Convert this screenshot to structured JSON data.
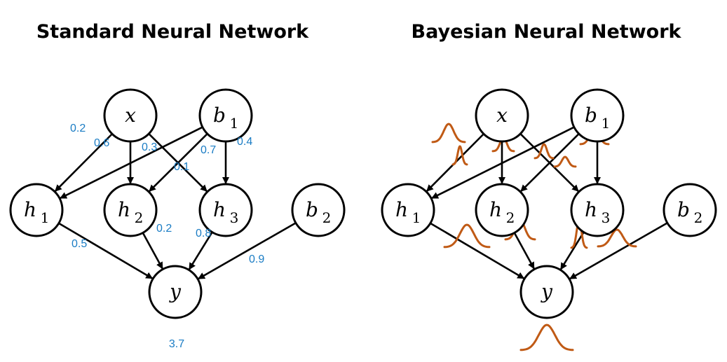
{
  "colors": {
    "weight_text": "#1a7cc4",
    "distribution": "#c05a15",
    "ink": "#000000"
  },
  "standard": {
    "title": "Standard Neural Network",
    "nodes": [
      {
        "id": "x",
        "base": "x",
        "sub": ""
      },
      {
        "id": "b1",
        "base": "b",
        "sub": "1"
      },
      {
        "id": "h1",
        "base": "h",
        "sub": "1"
      },
      {
        "id": "h2",
        "base": "h",
        "sub": "2"
      },
      {
        "id": "h3",
        "base": "h",
        "sub": "3"
      },
      {
        "id": "b2",
        "base": "b",
        "sub": "2"
      },
      {
        "id": "y",
        "base": "y",
        "sub": ""
      }
    ],
    "edges": [
      {
        "from": "x",
        "to": "h1",
        "weight": "0.2"
      },
      {
        "from": "b1",
        "to": "h1",
        "weight": "0.6"
      },
      {
        "from": "x",
        "to": "h2",
        "weight": "0.3"
      },
      {
        "from": "b1",
        "to": "h2",
        "weight": "0.1"
      },
      {
        "from": "x",
        "to": "h3",
        "weight": "0.7"
      },
      {
        "from": "b1",
        "to": "h3",
        "weight": "0.4"
      },
      {
        "from": "h1",
        "to": "y",
        "weight": "0.5"
      },
      {
        "from": "h2",
        "to": "y",
        "weight": "0.2"
      },
      {
        "from": "h3",
        "to": "y",
        "weight": "0.8"
      },
      {
        "from": "b2",
        "to": "y",
        "weight": "0.9"
      }
    ],
    "output_value": "3.7"
  },
  "bayesian": {
    "title": "Bayesian Neural Network",
    "nodes": [
      {
        "id": "x",
        "base": "x",
        "sub": ""
      },
      {
        "id": "b1",
        "base": "b",
        "sub": "1"
      },
      {
        "id": "h1",
        "base": "h",
        "sub": "1"
      },
      {
        "id": "h2",
        "base": "h",
        "sub": "2"
      },
      {
        "id": "h3",
        "base": "h",
        "sub": "3"
      },
      {
        "id": "b2",
        "base": "b",
        "sub": "2"
      },
      {
        "id": "y",
        "base": "y",
        "sub": ""
      }
    ],
    "edges": [
      {
        "from": "x",
        "to": "h1"
      },
      {
        "from": "b1",
        "to": "h1"
      },
      {
        "from": "x",
        "to": "h2"
      },
      {
        "from": "b1",
        "to": "h2"
      },
      {
        "from": "x",
        "to": "h3"
      },
      {
        "from": "b1",
        "to": "h3"
      },
      {
        "from": "h1",
        "to": "y"
      },
      {
        "from": "h2",
        "to": "y"
      },
      {
        "from": "h3",
        "to": "y"
      },
      {
        "from": "b2",
        "to": "y"
      }
    ]
  }
}
